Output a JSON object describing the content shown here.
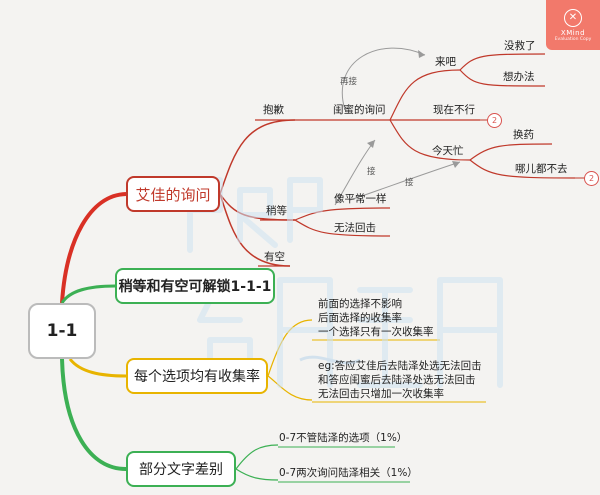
{
  "root": "1-1",
  "branches": {
    "aijia": "艾佳的询问",
    "unlock": "稍等和有空可解锁1-1-1",
    "collect": "每个选项均有收集率",
    "text_diff": "部分文字差别"
  },
  "aijia_sub": {
    "baoqian": "抱歉",
    "shaodeng": "稍等",
    "youkong": "有空"
  },
  "baoqian_sub": {
    "guimi": "闺蜜的询问",
    "zaijie": "再接",
    "jie1": "接",
    "jie2": "接"
  },
  "guimi_sub": {
    "laiba": "来吧",
    "xianzai": "现在不行",
    "jintian": "今天忙",
    "circle": "2"
  },
  "laiba_sub": {
    "meijiu": "没救了",
    "xiangbanfa": "想办法"
  },
  "jintian_sub": {
    "huanyao": "换药",
    "nar": "哪儿都不去",
    "circle": "2"
  },
  "shaodeng_sub": {
    "xiang": "像平常一样",
    "wufa": "无法回击"
  },
  "collect_notes": {
    "line1": "前面的选择不影响",
    "line2": "后面选择的收集率",
    "line3": "一个选择只有一次收集率",
    "eg1": "eg:答应艾佳后去陆泽处选无法回击",
    "eg2": "和答应闺蜜后去陆泽处选无法回击",
    "eg3": "无法回击只增加一次收集率"
  },
  "diff_notes": {
    "n1": "0-7不管陆泽的选项（1%）",
    "n2": "0-7两次询问陆泽相关（1%）"
  },
  "logo": {
    "brand": "XMind",
    "sub": "Evaluation Copy"
  },
  "colors": {
    "red": "#c0392b",
    "green": "#3cb054",
    "yellow": "#e8b400",
    "gray": "#999999",
    "logo_bg": "#f2796b"
  }
}
